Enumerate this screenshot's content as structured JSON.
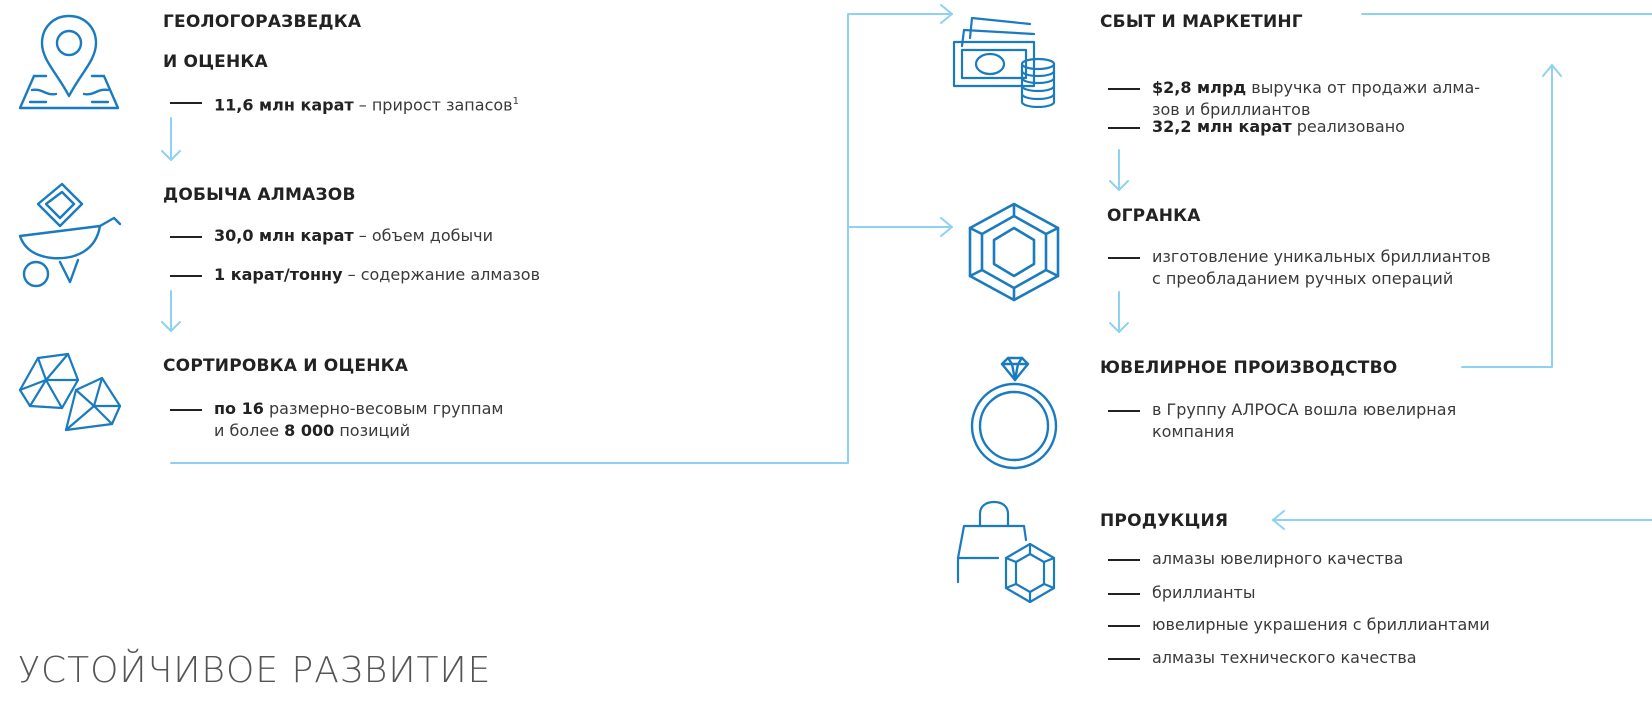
{
  "colors": {
    "icon": "#1a7bbf",
    "connector": "#8fd1f0",
    "text": "#333333"
  },
  "left": [
    {
      "icon": "map-pin-icon",
      "title": [
        "ГЕОЛОГОРАЗВЕДКА",
        "И ОЦЕНКА"
      ],
      "items": [
        {
          "bold": "11,6 млн карат",
          "text": " – прирост запасов",
          "sup": "1"
        }
      ]
    },
    {
      "icon": "wheelbarrow-diamond-icon",
      "title": "ДОБЫЧА АЛМАЗОВ",
      "items": [
        {
          "bold": "30,0 млн карат",
          "text": " – объем добычи"
        },
        {
          "bold": "1 карат/тонну",
          "text": " – содержание алмазов"
        }
      ]
    },
    {
      "icon": "rough-diamonds-icon",
      "title": "СОРТИРОВКА И ОЦЕНКА",
      "items": [
        {
          "bold": "по 16",
          "text": " размерно-весовым группам",
          "text2": "и более ",
          "bold2": "8 000",
          "text3": " позиций"
        }
      ]
    }
  ],
  "right": [
    {
      "icon": "money-coins-icon",
      "title": "СБЫТ И МАРКЕТИНГ",
      "items": [
        {
          "bold": "$2,8 млрд",
          "text": " выручка от продажи алма-",
          "text2": "зов и бриллиантов"
        },
        {
          "bold": "32,2 млн карат",
          "text": " реализовано"
        }
      ]
    },
    {
      "icon": "cut-diamond-icon",
      "title": "ОГРАНКА",
      "items": [
        {
          "text": "изготовление уникальных бриллиантов",
          "text2": "с преобладанием ручных операций"
        }
      ]
    },
    {
      "icon": "ring-icon",
      "title": "ЮВЕЛИРНОЕ ПРОИЗВОДСТВО",
      "items": [
        {
          "text": "в Группу АЛРОСА вошла ювелирная",
          "text2": "компания"
        }
      ]
    },
    {
      "icon": "shopping-bag-diamond-icon",
      "title": "ПРОДУКЦИЯ",
      "items": [
        {
          "text": "алмазы ювелирного качества"
        },
        {
          "text": "бриллианты"
        },
        {
          "text": "ювелирные украшения с бриллиантами"
        },
        {
          "text": "алмазы технического качества"
        }
      ]
    }
  ],
  "footer": {
    "heading": "УСТОЙЧИВОЕ РАЗВИТИЕ"
  }
}
